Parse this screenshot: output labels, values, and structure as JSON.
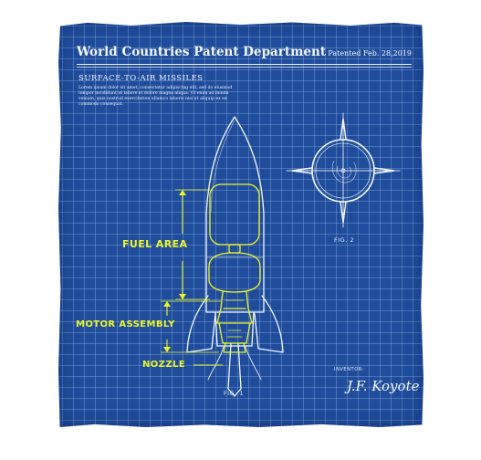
{
  "header": {
    "title": "World Countries Patent Department",
    "patented": "Patented Feb. 28,2019"
  },
  "subtitle": "SURFACE-TO-AIR MISSILES",
  "body_text": "Lorem ipsum dolor sit amet, consectetur adipiscing elit, sed do eiusmod tempor incididunt ut labore et dolore magna aliqua. Ut enim ad minim veniam, quis nostrud exercitation ullamco laboris nisi ut aliquip ex ea commodo consequat.",
  "labels": {
    "fuel_area": "FUEL AREA",
    "motor_assembly": "MOTOR ASSEMBLY",
    "nozzle": "NOZZLE"
  },
  "figures": {
    "fig1": "FIG. 1",
    "fig2": "FIG. 2"
  },
  "inventor": {
    "label": "INVENTOR:",
    "signature": "J.F. Koyote"
  },
  "colors": {
    "paper": "#1f4d9c",
    "line": "#f5f7fb",
    "highlight": "#eef52a"
  }
}
